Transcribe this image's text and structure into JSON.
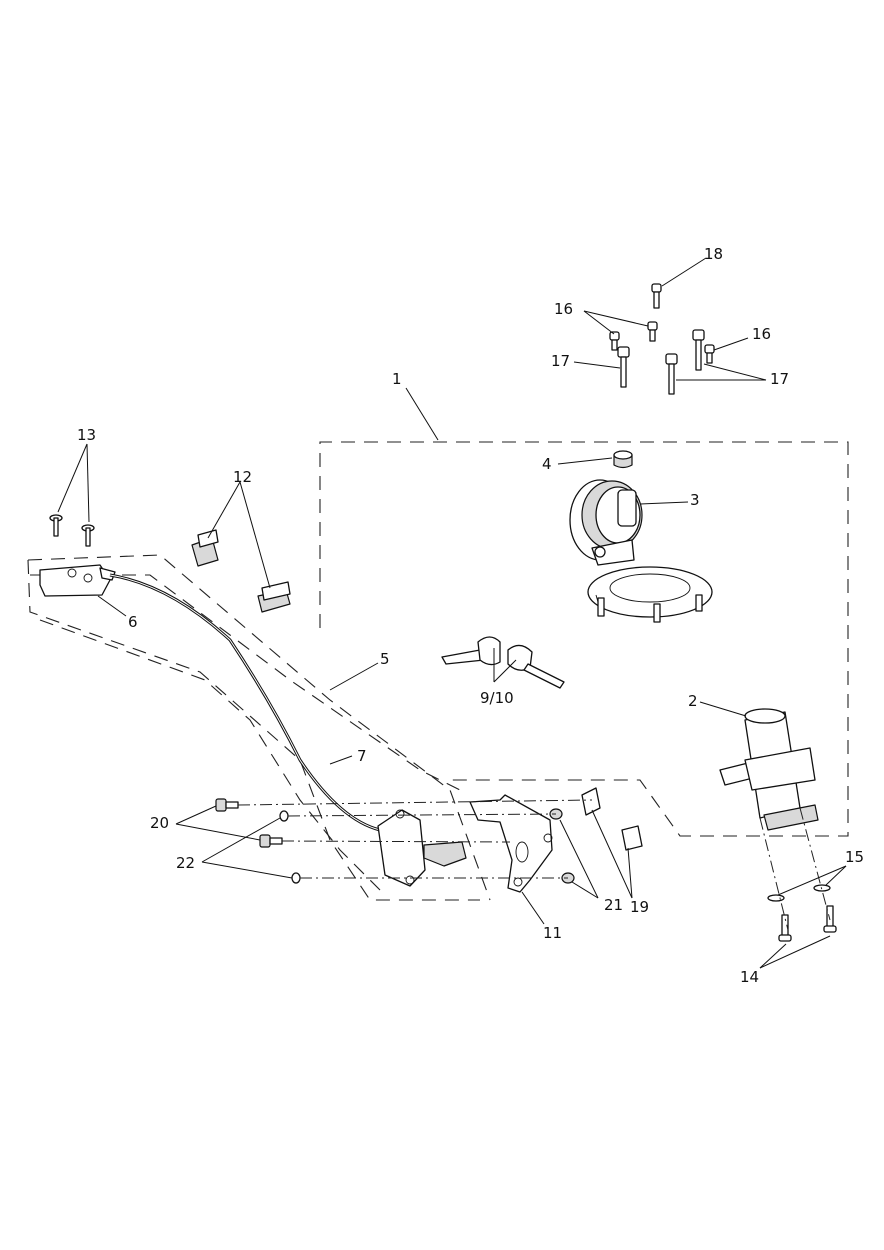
{
  "callouts": [
    {
      "id": "c1",
      "text": "1"
    },
    {
      "id": "c2",
      "text": "2"
    },
    {
      "id": "c3",
      "text": "3"
    },
    {
      "id": "c4",
      "text": "4"
    },
    {
      "id": "c5",
      "text": "5"
    },
    {
      "id": "c6",
      "text": "6"
    },
    {
      "id": "c7",
      "text": "7"
    },
    {
      "id": "c910",
      "text": "9/10"
    },
    {
      "id": "c11",
      "text": "11"
    },
    {
      "id": "c12",
      "text": "12"
    },
    {
      "id": "c13",
      "text": "13"
    },
    {
      "id": "c14",
      "text": "14"
    },
    {
      "id": "c15",
      "text": "15"
    },
    {
      "id": "c16a",
      "text": "16"
    },
    {
      "id": "c16b",
      "text": "16"
    },
    {
      "id": "c17a",
      "text": "17"
    },
    {
      "id": "c17b",
      "text": "17"
    },
    {
      "id": "c18",
      "text": "18"
    },
    {
      "id": "c19",
      "text": "19"
    },
    {
      "id": "c20",
      "text": "20"
    },
    {
      "id": "c21",
      "text": "21"
    },
    {
      "id": "c22",
      "text": "22"
    }
  ]
}
